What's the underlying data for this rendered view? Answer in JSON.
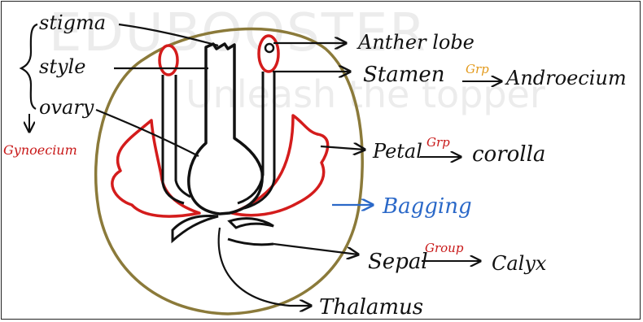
{
  "watermark": {
    "line1": "EDUBOOSTER",
    "line2": "Unleash the topper"
  },
  "colors": {
    "receptacle": "#8b7a3a",
    "petal": "#d41c1c",
    "ink": "#111111",
    "blue": "#2a68c8",
    "orange": "#e39a1c"
  },
  "labels": {
    "stigma": "stigma",
    "style": "style",
    "ovary": "ovary",
    "gynoecium": "Gynoecium",
    "anther_lobe": "Anther lobe",
    "stamen": "Stamen",
    "stamen_grp": "Grp",
    "androecium": "Androecium",
    "petal": "Petal",
    "petal_grp": "Grp",
    "corolla": "corolla",
    "bagging": "Bagging",
    "sepal": "Sepal",
    "sepal_group": "Group",
    "calyx": "Calyx",
    "thalamus": "Thalamus"
  }
}
